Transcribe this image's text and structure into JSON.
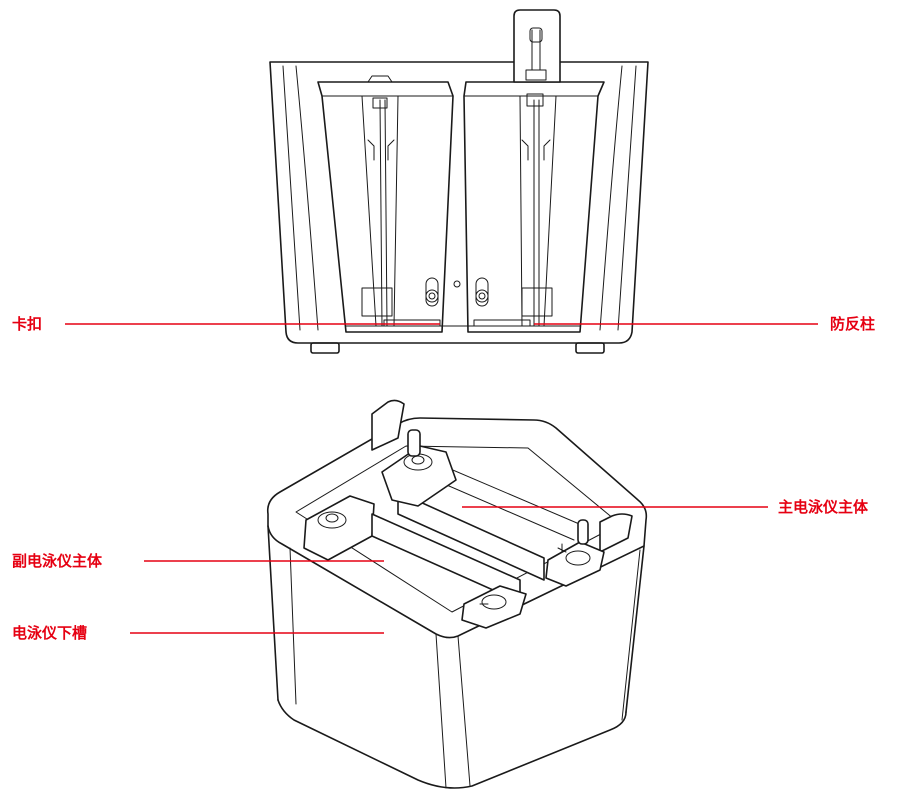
{
  "labels": {
    "clip": "卡扣",
    "anti_reverse_post": "防反柱",
    "main_unit": "主电泳仪主体",
    "secondary_unit": "副电泳仪主体",
    "lower_tank": "电泳仪下槽"
  },
  "colors": {
    "label": "#e60012",
    "line": "#e60012",
    "drawing": "#1a1a1a",
    "background": "#ffffff"
  }
}
